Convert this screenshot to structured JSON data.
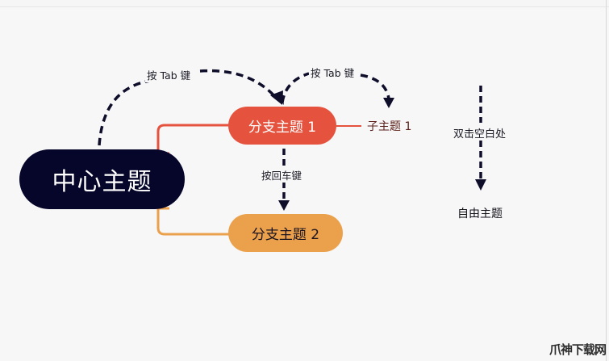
{
  "diagram": {
    "central_topic": "中心主题",
    "branches": [
      {
        "label": "分支主题 1",
        "color": "#e5533f"
      },
      {
        "label": "分支主题 2",
        "color": "#eba14c"
      }
    ],
    "subtopic": "子主题 1",
    "free_topic": "自由主题",
    "central_color": "#06052a",
    "annotations": {
      "tab_key_1": "按 Tab 键",
      "tab_key_2": "按 Tab 键",
      "enter_key": "按回车键",
      "double_click": "双击空白处"
    },
    "arrow_color": "#0e0d2a"
  },
  "watermark": "爪神下载网"
}
